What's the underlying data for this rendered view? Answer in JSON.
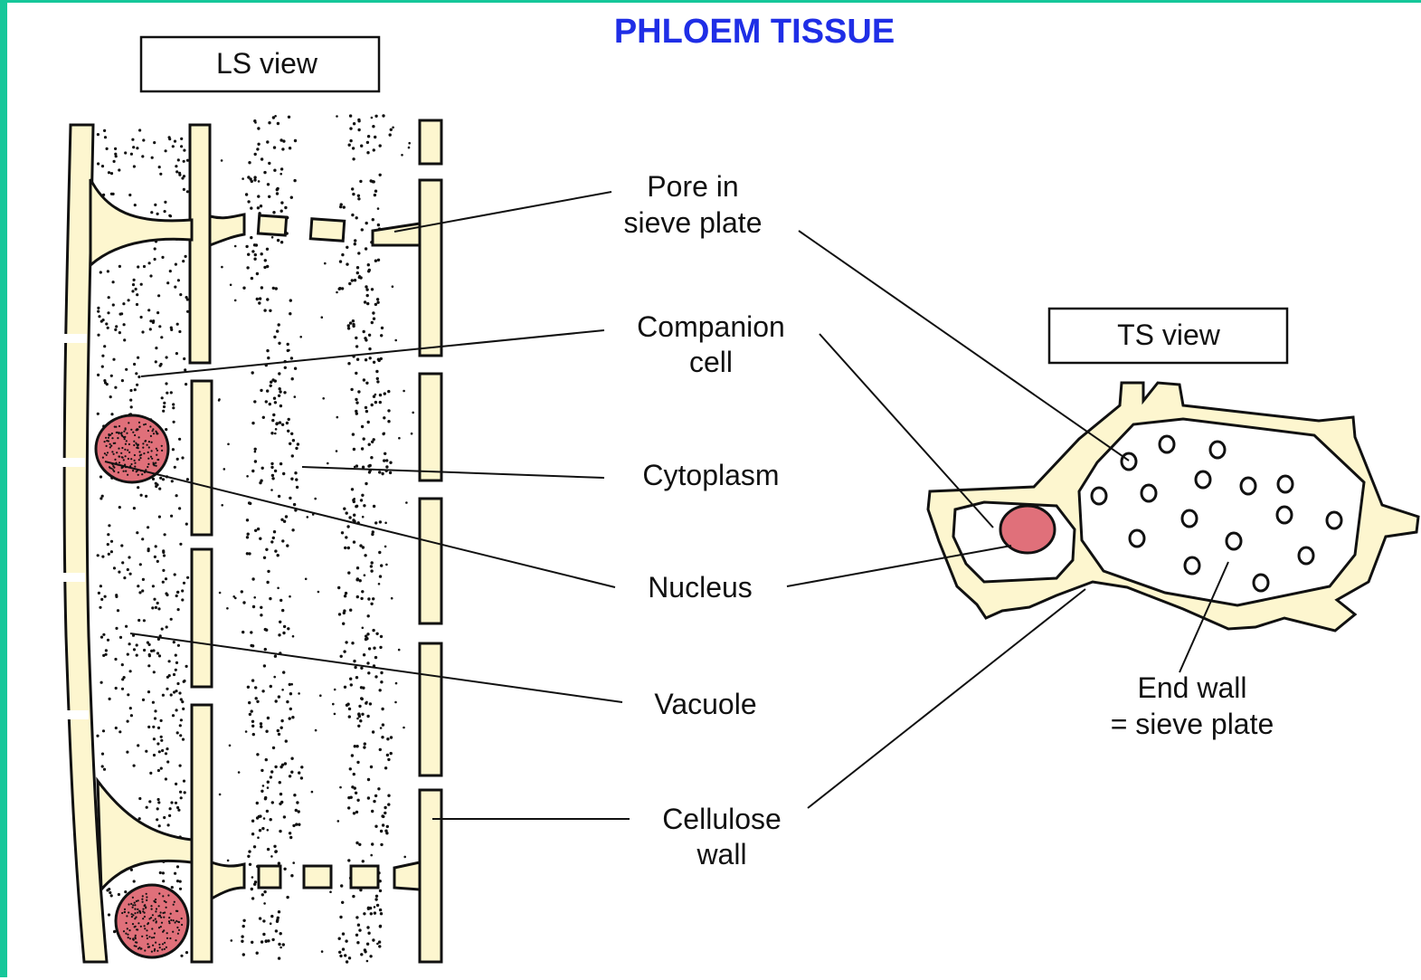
{
  "title": "PHLOEM TISSUE",
  "views": {
    "ls": "LS view",
    "ts": "TS view"
  },
  "labels": {
    "pore": [
      "Pore in",
      "sieve plate"
    ],
    "companion": [
      "Companion",
      "cell"
    ],
    "cytoplasm": "Cytoplasm",
    "nucleus": "Nucleus",
    "vacuole": "Vacuole",
    "cellulose": [
      "Cellulose",
      "wall"
    ],
    "endwall": [
      "End wall",
      "= sieve plate"
    ]
  },
  "colors": {
    "frame": "#16c79a",
    "title": "#1f2ee6",
    "wall": "#fdf6cf",
    "nucleus": "#e0707a"
  }
}
